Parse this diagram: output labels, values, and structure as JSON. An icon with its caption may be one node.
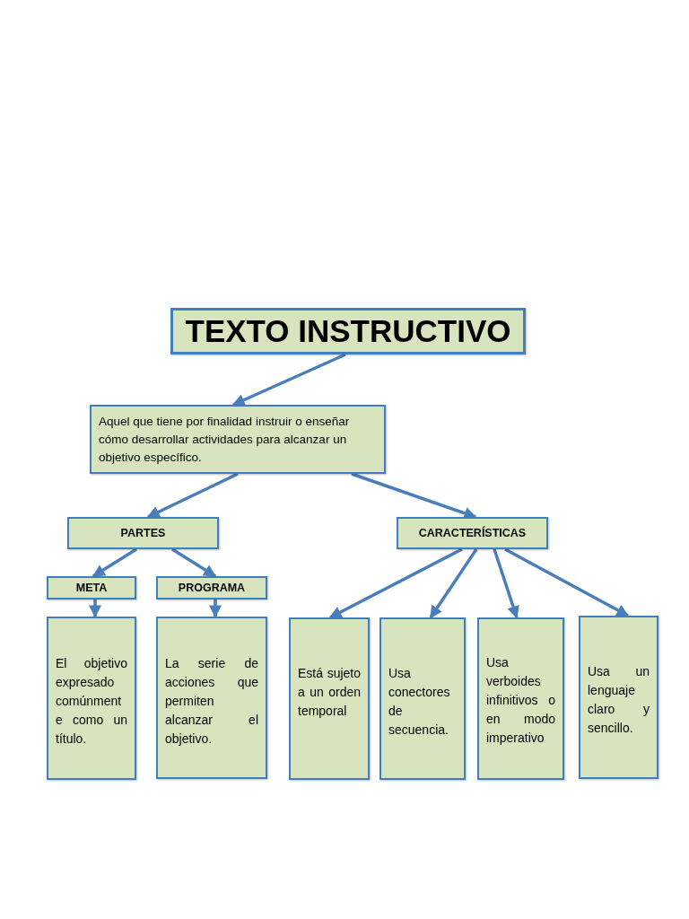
{
  "diagram": {
    "nodes": [
      {
        "text": [
          "TEXTO INSTRUCTIVO"
        ]
      },
      {
        "text": [
          "Aquel que tiene por finalidad instruir o enseñar cómo desarrollar actividades para alcanzar un objetivo específico."
        ]
      },
      {
        "text": [
          "PARTES"
        ]
      },
      {
        "text": [
          "CARACTERÍSTICAS"
        ]
      },
      {
        "text": [
          "META"
        ]
      },
      {
        "text": [
          "PROGRAMA"
        ]
      },
      {
        "text": [
          "El objetivo expresado comúnment e como un título."
        ]
      },
      {
        "text": [
          "La serie de acciones que permiten alcanzar el objetivo."
        ]
      },
      {
        "text": [
          "Está sujeto a un orden temporal"
        ]
      },
      {
        "text": [
          "Usa conectores de secuencia."
        ]
      },
      {
        "text": [
          "Usa verboides infinitivos o en modo imperativo"
        ]
      },
      {
        "text": [
          "Usa un lenguaje claro y sencillo."
        ]
      }
    ],
    "edges": [
      {
        "from": 0,
        "to": 1,
        "arrow": "to"
      },
      {
        "from": 1,
        "to": 2,
        "arrow": "to"
      },
      {
        "from": 1,
        "to": 3,
        "arrow": "to"
      },
      {
        "from": 2,
        "to": 4,
        "arrow": "to"
      },
      {
        "from": 2,
        "to": 5,
        "arrow": "to"
      },
      {
        "from": 4,
        "to": 6,
        "arrow": "to"
      },
      {
        "from": 5,
        "to": 7,
        "arrow": "to"
      },
      {
        "from": 3,
        "to": 8,
        "arrow": "to"
      },
      {
        "from": 3,
        "to": 9,
        "arrow": "to"
      },
      {
        "from": 3,
        "to": 10,
        "arrow": "to"
      },
      {
        "from": 3,
        "to": 11,
        "arrow": "to"
      }
    ]
  }
}
